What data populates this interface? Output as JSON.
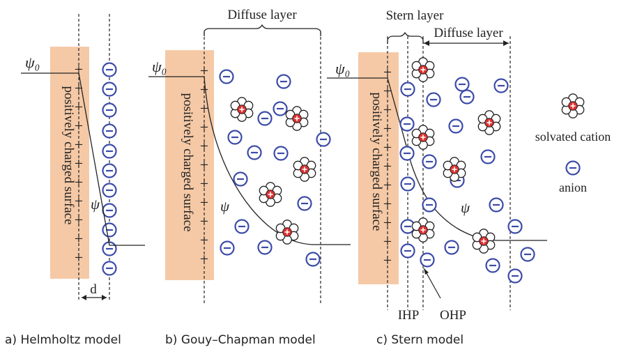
{
  "labels": {
    "psi0": "ψ₀",
    "psi": "ψ",
    "surface": "positively charged surface",
    "d": "d",
    "diffuse_layer": "Diffuse layer",
    "stern_layer": "Stern layer",
    "ihp": "IHP",
    "ohp": "OHP"
  },
  "legend": {
    "cation_label": "solvated cation",
    "anion_label": "anion"
  },
  "captions": {
    "a": "a) Helmholtz model",
    "b": "b) Gouy–Chapman model",
    "c": "c) Stern model"
  },
  "colors": {
    "surface_fill": "#f5c9a6",
    "anion_stroke": "#3b4ba8",
    "cation_core": "#e03030",
    "line": "#222222"
  }
}
